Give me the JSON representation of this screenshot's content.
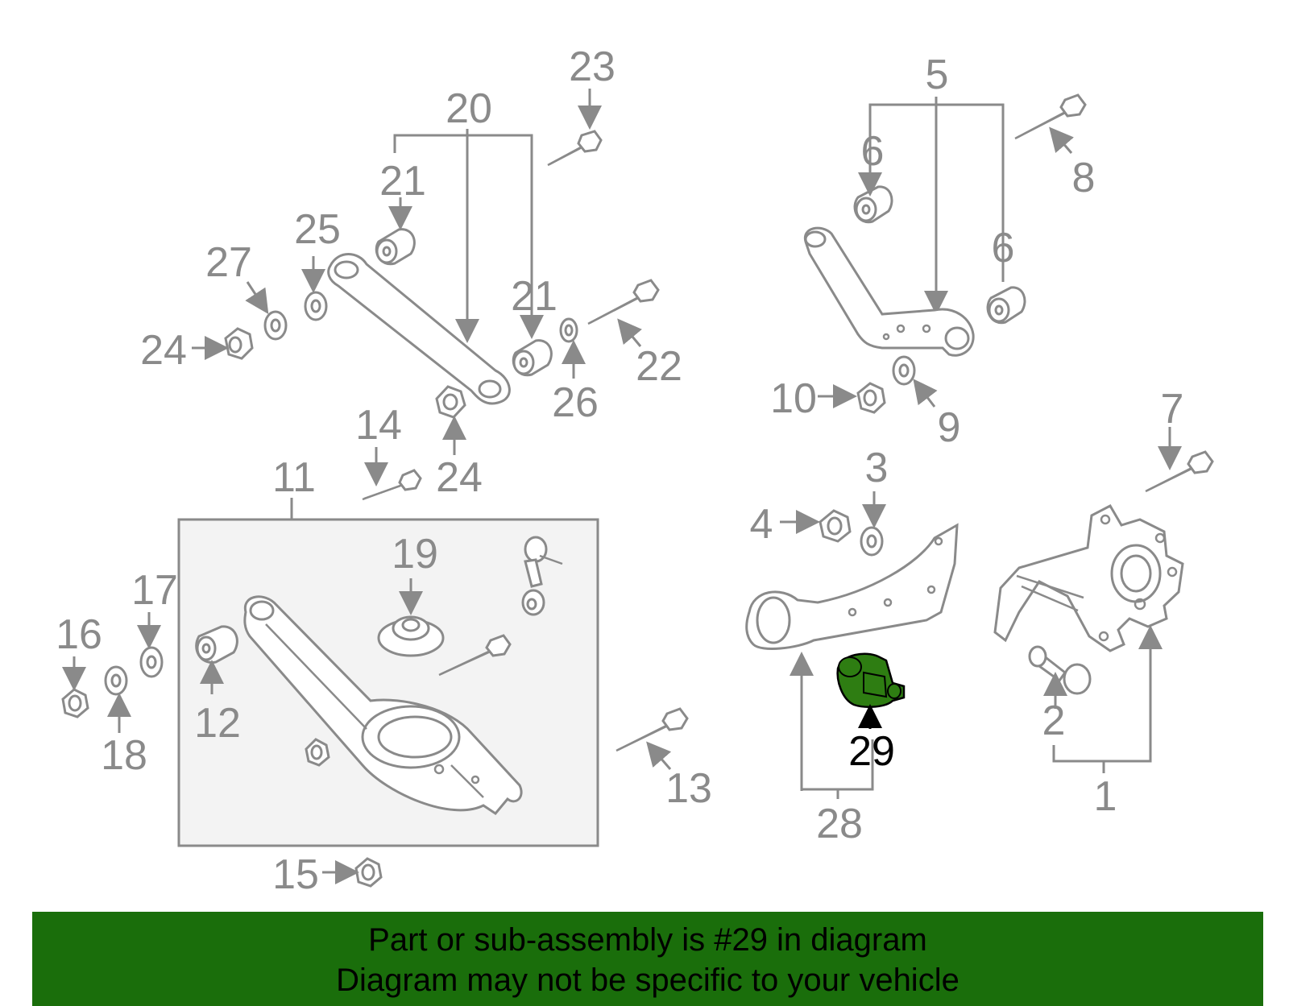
{
  "banner": {
    "line1": "Part or sub-assembly is #29 in diagram",
    "line2": "Diagram may not be specific to your vehicle",
    "color": "#1a6e0b"
  },
  "diagram": {
    "highlight_color": "#2e7d12",
    "callouts": {
      "c1": "1",
      "c2": "2",
      "c3": "3",
      "c4": "4",
      "c5": "5",
      "c6a": "6",
      "c6b": "6",
      "c7": "7",
      "c8": "8",
      "c9": "9",
      "c10": "10",
      "c11": "11",
      "c12": "12",
      "c13": "13",
      "c14": "14",
      "c15": "15",
      "c16": "16",
      "c17": "17",
      "c18": "18",
      "c19": "19",
      "c20": "20",
      "c21a": "21",
      "c21b": "21",
      "c22": "22",
      "c23": "23",
      "c24a": "24",
      "c24b": "24",
      "c25": "25",
      "c26": "26",
      "c27": "27",
      "c28": "28",
      "c29": "29"
    }
  }
}
